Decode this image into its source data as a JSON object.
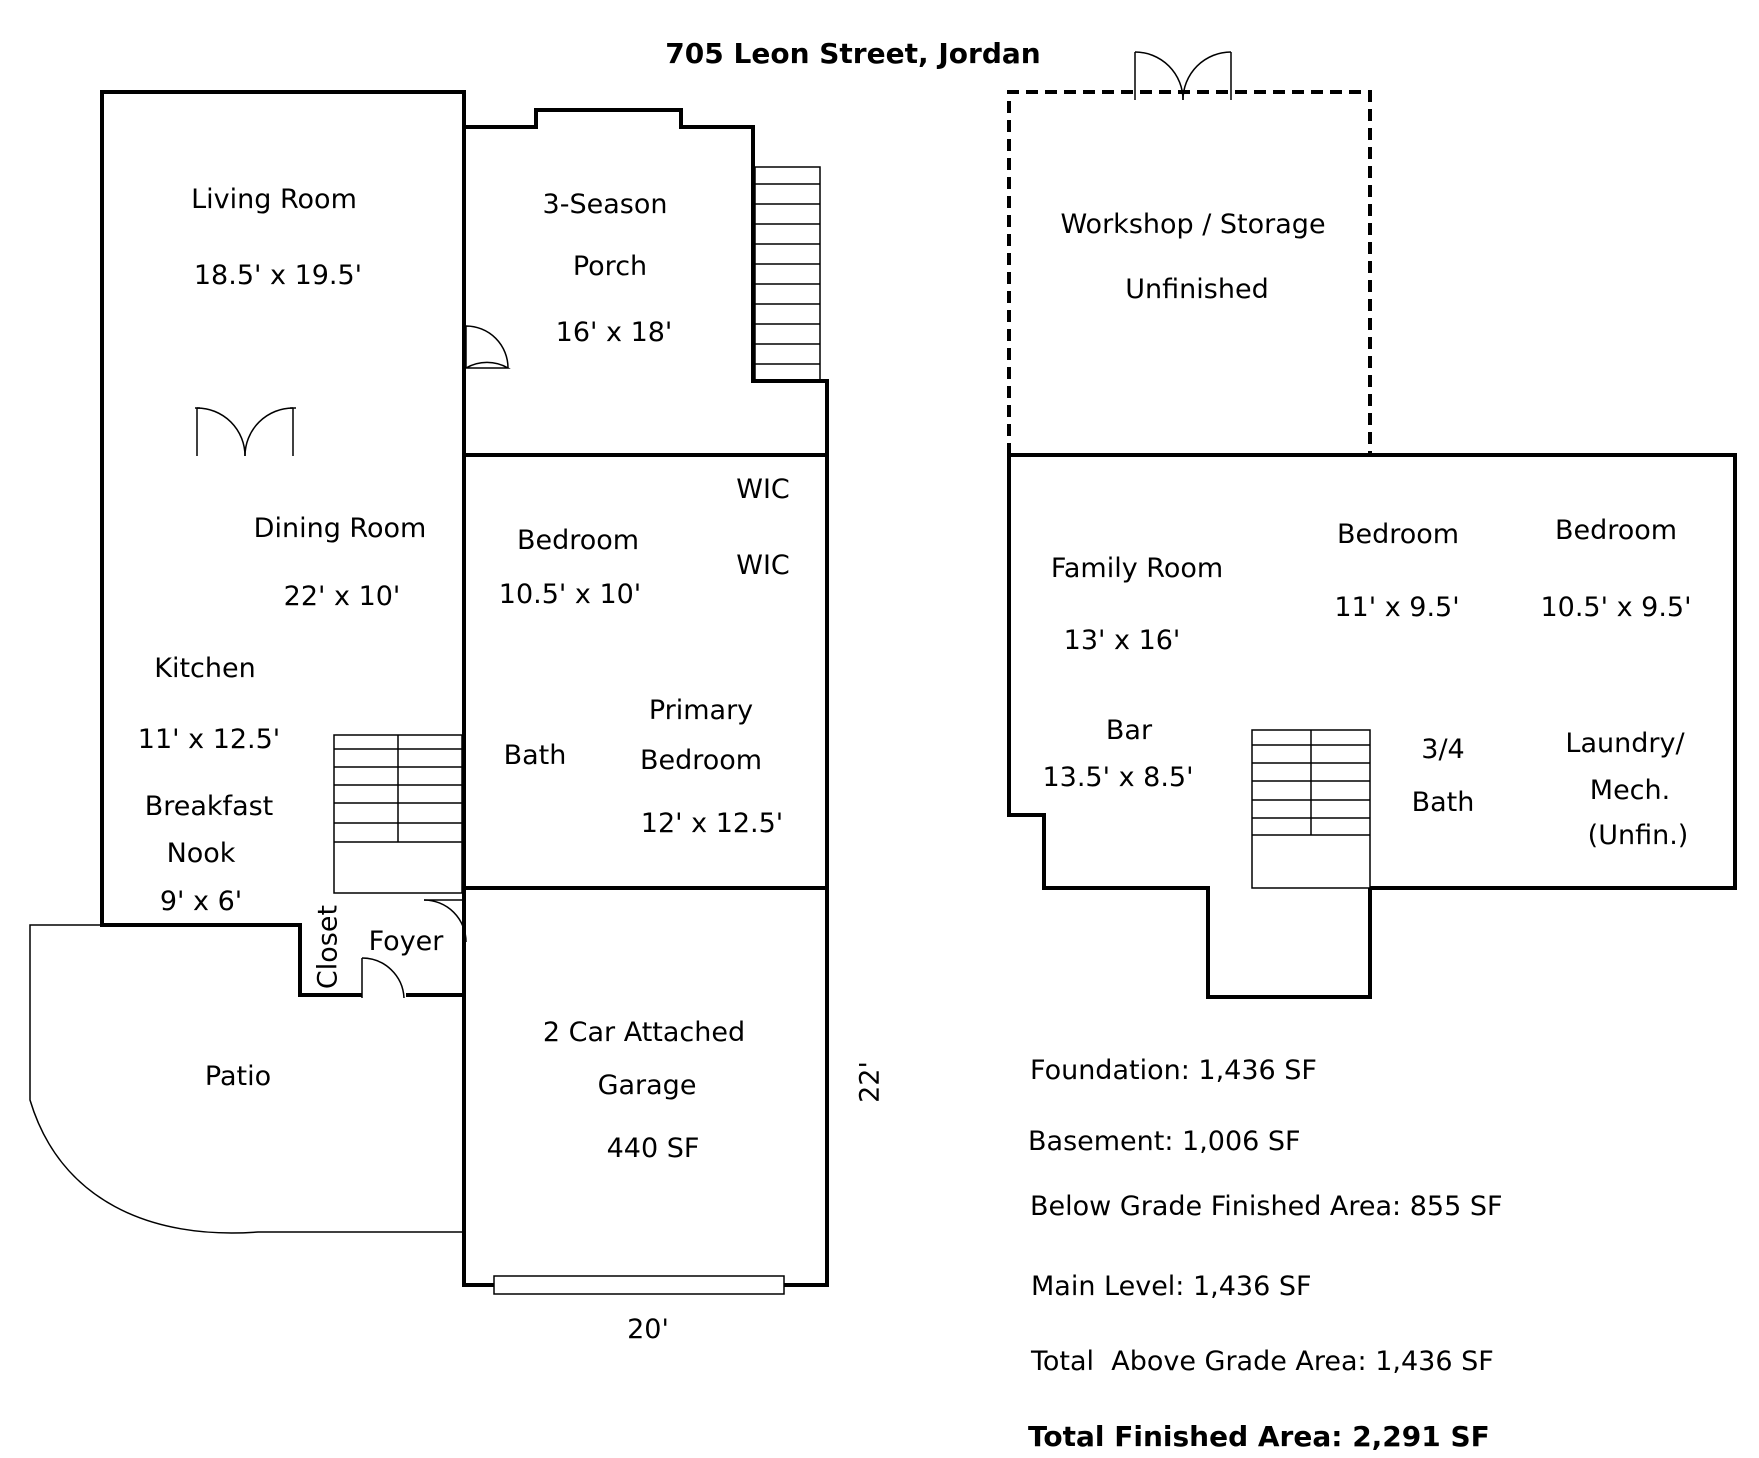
{
  "title": "705 Leon Street, Jordan",
  "main_level": {
    "living_room": {
      "name": "Living Room",
      "dims": "18.5' x 19.5'"
    },
    "porch": {
      "name_line1": "3-Season",
      "name_line2": "Porch",
      "dims": "16' x 18'"
    },
    "dining_room": {
      "name": "Dining Room",
      "dims": "22' x 10'"
    },
    "bedroom": {
      "name": "Bedroom",
      "dims": "10.5' x 10'"
    },
    "wic1": "WIC",
    "wic2": "WIC",
    "kitchen": {
      "name": "Kitchen",
      "dims": "11' x 12.5'"
    },
    "breakfast_nook": {
      "name_line1": "Breakfast",
      "name_line2": "Nook",
      "dims": "9' x 6'"
    },
    "bath": "Bath",
    "primary_bedroom": {
      "name_line1": "Primary",
      "name_line2": "Bedroom",
      "dims": "12' x 12.5'"
    },
    "closet": "Closet",
    "foyer": "Foyer",
    "patio": "Patio",
    "garage": {
      "name_line1": "2 Car Attached",
      "name_line2": "Garage",
      "area": "440 SF"
    },
    "garage_width": "20'",
    "garage_depth": "22'"
  },
  "lower_level": {
    "workshop": {
      "name": "Workshop / Storage",
      "note": "Unfinished"
    },
    "family_room": {
      "name": "Family Room",
      "dims": "13' x 16'"
    },
    "bedroom_a": {
      "name": "Bedroom",
      "dims": "11' x 9.5'"
    },
    "bedroom_b": {
      "name": "Bedroom",
      "dims": "10.5' x 9.5'"
    },
    "bar": {
      "name": "Bar",
      "dims": "13.5' x 8.5'"
    },
    "three_quarter_bath": {
      "line1": "3/4",
      "line2": "Bath"
    },
    "laundry": {
      "line1": "Laundry/",
      "line2": "Mech.",
      "line3": "(Unfin.)"
    }
  },
  "areas": {
    "foundation": "Foundation: 1,436 SF",
    "basement": "Basement: 1,006 SF",
    "below_grade": "Below Grade Finished Area: 855 SF",
    "main_level": "Main Level: 1,436 SF",
    "above_grade": "Total  Above Grade Area: 1,436 SF",
    "total_finished": "Total Finished Area: 2,291 SF"
  }
}
